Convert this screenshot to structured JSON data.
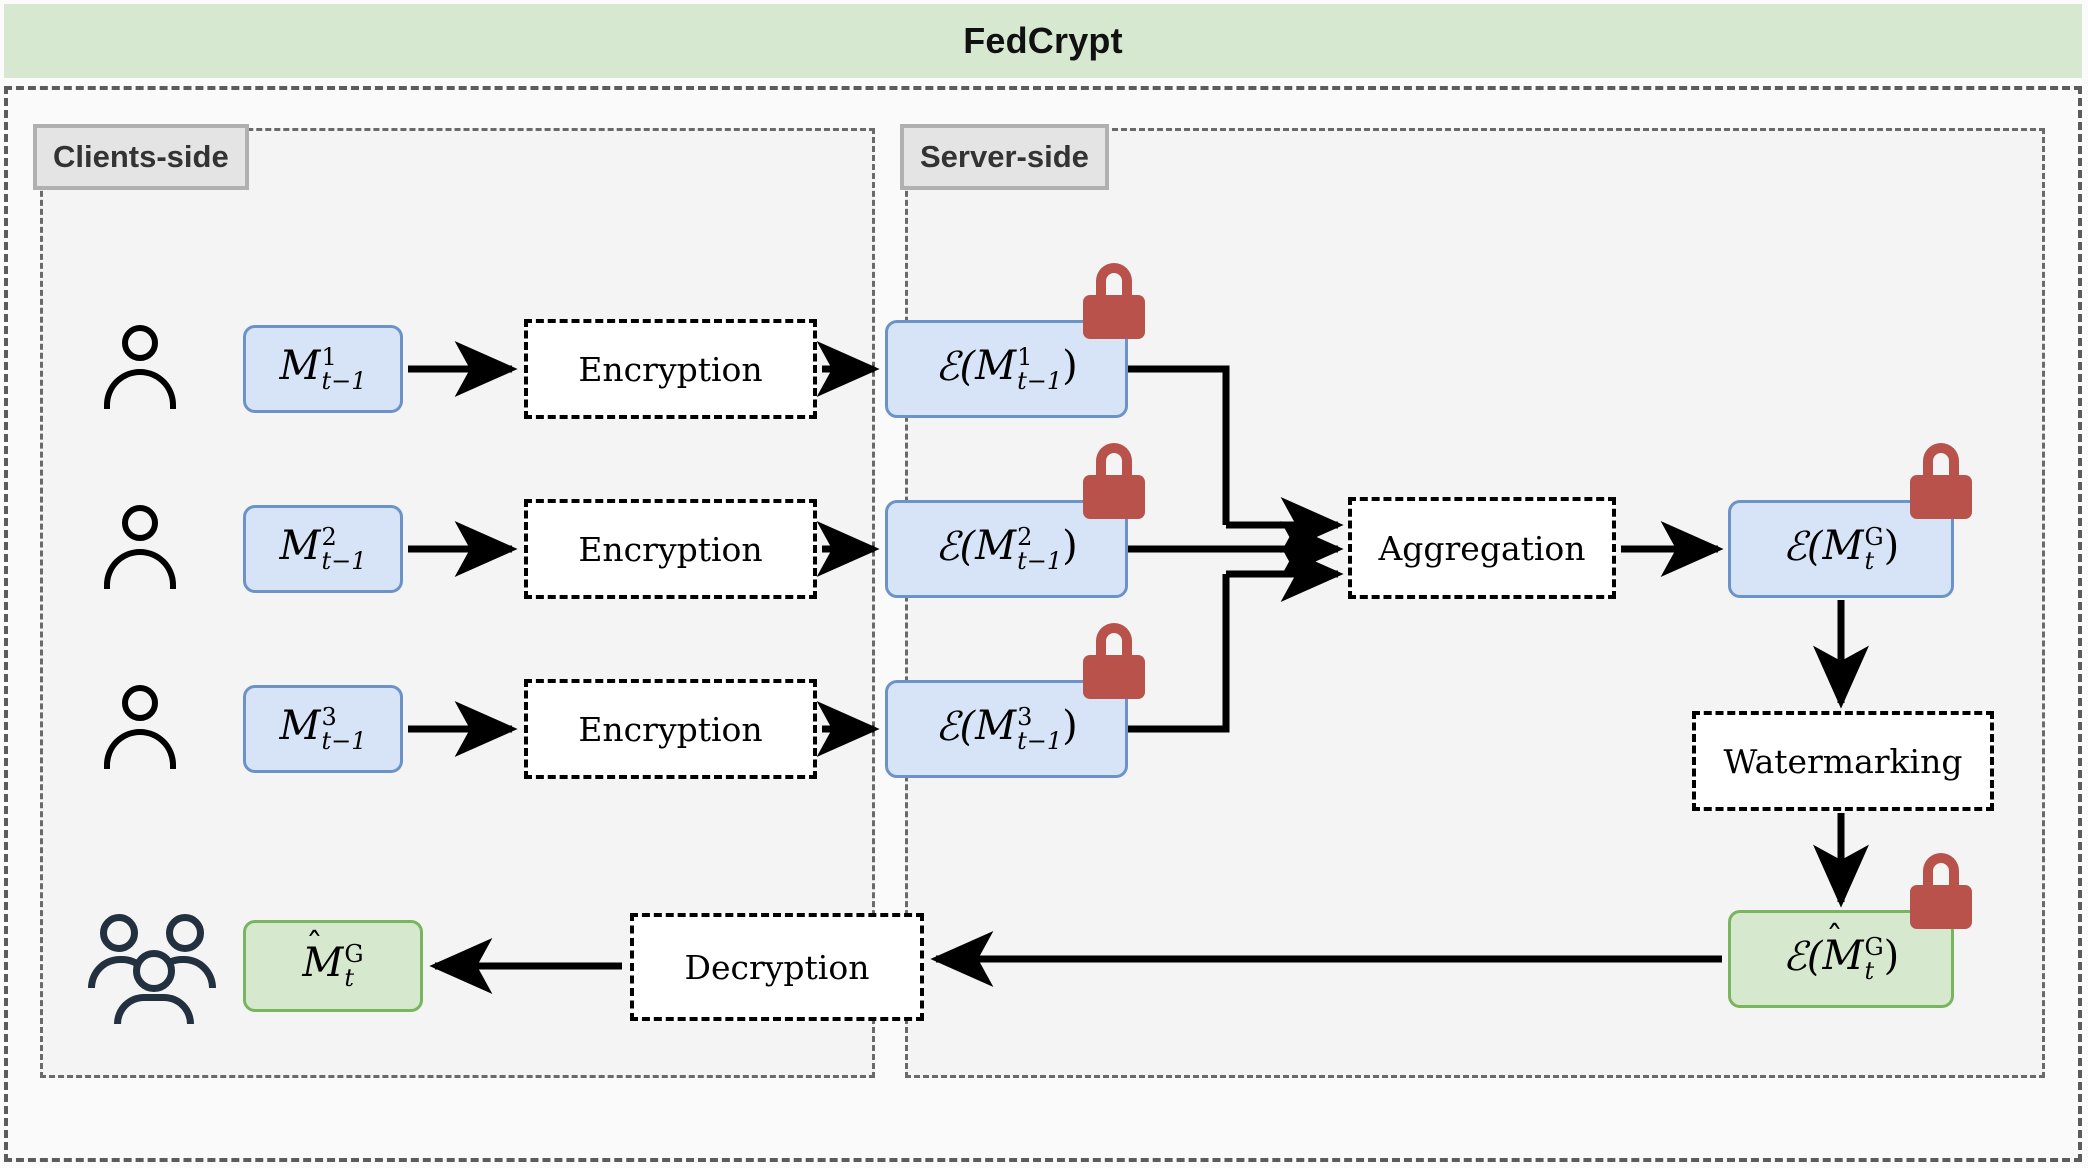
{
  "title": {
    "text": "FedCrypt"
  },
  "panels": [
    {
      "key": "clients",
      "label": "Clients-side"
    },
    {
      "key": "server",
      "label": "Server-side"
    }
  ],
  "colors": {
    "banner_fill": "#d7e8d0",
    "banner_border": "#86b96e",
    "panel_fill": "#f4f4f4",
    "panel_border": "#6a6a6a",
    "blue_box_fill": "#d7e4f7",
    "blue_box_border": "#6c93c8",
    "green_box_fill": "#d6e8cd",
    "green_box_border": "#79b45f",
    "lock": "#b8524b",
    "person_icon": "#000000",
    "group_icon": "#22303f",
    "arrow": "#000000"
  },
  "clients": [
    {
      "icon": "person-icon",
      "model": {
        "base": "M",
        "sup": "1",
        "sub": "t−1",
        "hat": false
      },
      "process": "Encryption",
      "encrypted": {
        "prefix": "ℰ(",
        "base": "M",
        "sup": "1",
        "sub": "t−1",
        "suffix": ")",
        "hat": false
      },
      "lock": "lock-icon"
    },
    {
      "icon": "person-icon",
      "model": {
        "base": "M",
        "sup": "2",
        "sub": "t−1",
        "hat": false
      },
      "process": "Encryption",
      "encrypted": {
        "prefix": "ℰ(",
        "base": "M",
        "sup": "2",
        "sub": "t−1",
        "suffix": ")",
        "hat": false
      },
      "lock": "lock-icon"
    },
    {
      "icon": "person-icon",
      "model": {
        "base": "M",
        "sup": "3",
        "sub": "t−1",
        "hat": false
      },
      "process": "Encryption",
      "encrypted": {
        "prefix": "ℰ(",
        "base": "M",
        "sup": "3",
        "sub": "t−1",
        "suffix": ")",
        "hat": false
      },
      "lock": "lock-icon"
    }
  ],
  "server": {
    "aggregation": "Aggregation",
    "global_encrypted": {
      "prefix": "ℰ(",
      "base": "M",
      "sup": "G",
      "sub": "t",
      "suffix": ")",
      "hat": false
    },
    "global_lock": "lock-icon",
    "watermarking": "Watermarking",
    "watermarked_encrypted": {
      "prefix": "ℰ(",
      "base": "M",
      "sup": "G",
      "sub": "t",
      "suffix": ")",
      "hat": true
    },
    "watermarked_lock": "lock-icon"
  },
  "output": {
    "icon": "group-icon",
    "decryption": "Decryption",
    "result": {
      "base": "M",
      "sup": "G",
      "sub": "t",
      "hat": true
    }
  }
}
